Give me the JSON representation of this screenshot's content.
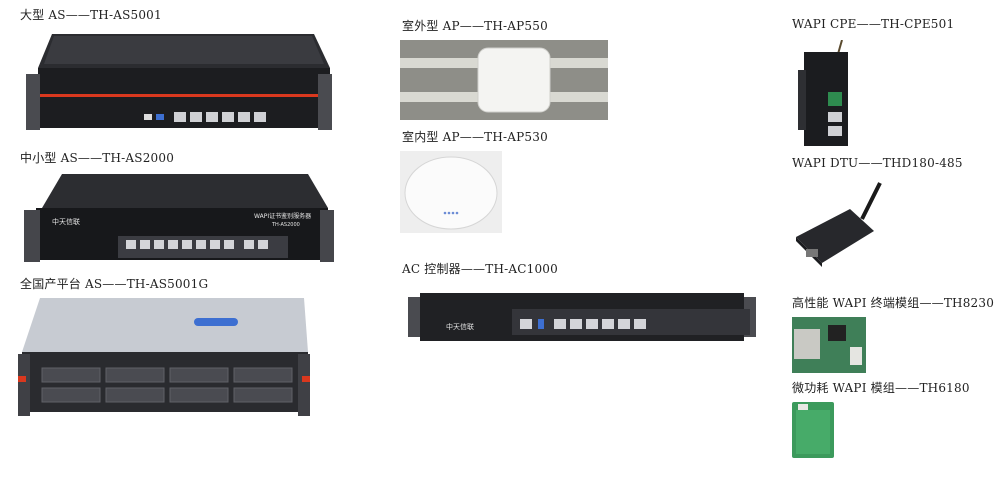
{
  "products": [
    {
      "id": "as5001",
      "label": "大型 AS——TH-AS5001"
    },
    {
      "id": "as2000",
      "label": "中小型 AS——TH-AS2000"
    },
    {
      "id": "as5001g",
      "label": "全国产平台 AS——TH-AS5001G"
    },
    {
      "id": "ap550",
      "label": "室外型 AP——TH-AP550"
    },
    {
      "id": "ap530",
      "label": "室内型 AP——TH-AP530"
    },
    {
      "id": "ac1000",
      "label": "AC 控制器——TH-AC1000"
    },
    {
      "id": "cpe501",
      "label": "WAPI CPE——TH-CPE501"
    },
    {
      "id": "thd180",
      "label": "WAPI DTU——THD180-485"
    },
    {
      "id": "th8230",
      "label": "高性能 WAPI 终端模组——TH8230"
    },
    {
      "id": "th6180",
      "label": "微功耗 WAPI 模组——TH6180"
    }
  ],
  "colors": {
    "accent_red": "#d9381e",
    "chassis_dark": "#1e1f22",
    "pcb_green": "#2e8b4f"
  },
  "device_text": {
    "as2000_panel": "WAPI证书鉴别服务器",
    "as2000_model": "TH-AS2000",
    "brand": "中天信联"
  }
}
